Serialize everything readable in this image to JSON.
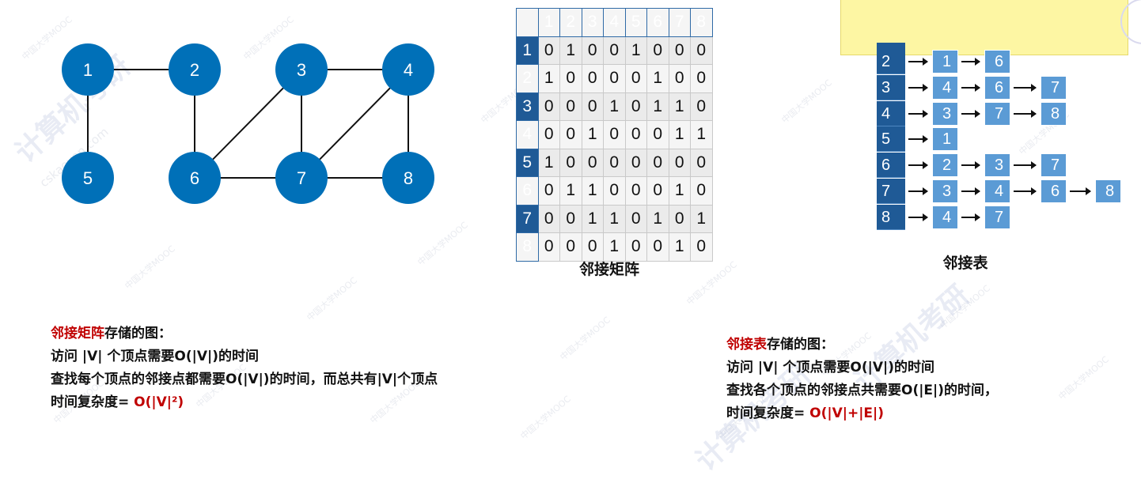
{
  "graph": {
    "nodes": [
      {
        "id": "1",
        "label": "1"
      },
      {
        "id": "2",
        "label": "2"
      },
      {
        "id": "3",
        "label": "3"
      },
      {
        "id": "4",
        "label": "4"
      },
      {
        "id": "5",
        "label": "5"
      },
      {
        "id": "6",
        "label": "6"
      },
      {
        "id": "7",
        "label": "7"
      },
      {
        "id": "8",
        "label": "8"
      }
    ],
    "edges": [
      [
        "1",
        "2"
      ],
      [
        "1",
        "5"
      ],
      [
        "2",
        "6"
      ],
      [
        "3",
        "4"
      ],
      [
        "3",
        "6"
      ],
      [
        "3",
        "7"
      ],
      [
        "4",
        "7"
      ],
      [
        "4",
        "8"
      ],
      [
        "6",
        "7"
      ],
      [
        "7",
        "8"
      ]
    ],
    "node_color": "#0070b8"
  },
  "matrix": {
    "col_headers": [
      "1",
      "2",
      "3",
      "4",
      "5",
      "6",
      "7",
      "8"
    ],
    "row_headers": [
      "1",
      "2",
      "3",
      "4",
      "5",
      "6",
      "7",
      "8"
    ],
    "rows": [
      [
        "0",
        "1",
        "0",
        "0",
        "1",
        "0",
        "0",
        "0"
      ],
      [
        "1",
        "0",
        "0",
        "0",
        "0",
        "1",
        "0",
        "0"
      ],
      [
        "0",
        "0",
        "0",
        "1",
        "0",
        "1",
        "1",
        "0"
      ],
      [
        "0",
        "0",
        "1",
        "0",
        "0",
        "0",
        "1",
        "1"
      ],
      [
        "1",
        "0",
        "0",
        "0",
        "0",
        "0",
        "0",
        "0"
      ],
      [
        "0",
        "1",
        "1",
        "0",
        "0",
        "0",
        "1",
        "0"
      ],
      [
        "0",
        "0",
        "1",
        "1",
        "0",
        "1",
        "0",
        "1"
      ],
      [
        "0",
        "0",
        "0",
        "1",
        "0",
        "0",
        "1",
        "0"
      ]
    ],
    "caption": "邻接矩阵",
    "header_color": "#1f5a96"
  },
  "adj_list": {
    "rows": [
      {
        "head": "2",
        "items": [
          "1",
          "6"
        ]
      },
      {
        "head": "3",
        "items": [
          "4",
          "6",
          "7"
        ]
      },
      {
        "head": "4",
        "items": [
          "3",
          "7",
          "8"
        ]
      },
      {
        "head": "5",
        "items": [
          "1"
        ]
      },
      {
        "head": "6",
        "items": [
          "2",
          "3",
          "7"
        ]
      },
      {
        "head": "7",
        "items": [
          "3",
          "4",
          "6",
          "8"
        ]
      },
      {
        "head": "8",
        "items": [
          "4",
          "7"
        ]
      }
    ],
    "caption": "邻接表",
    "head_color": "#1f5a96",
    "node_color": "#5b9bd5"
  },
  "text_left": {
    "title_red": "邻接矩阵",
    "title_rest": "存储的图：",
    "line2": "访问 |V| 个顶点需要O(|V|)的时间",
    "line3": "查找每个顶点的邻接点都需要O(|V|)的时间，而总共有|V|个顶点",
    "line4_prefix": "时间复杂度= ",
    "line4_value": "O(|V|²)"
  },
  "text_right": {
    "title_red": "邻接表",
    "title_rest": "存储的图：",
    "line2": "访问 |V| 个顶点需要O(|V|)的时间",
    "line3": "查找各个顶点的邻接点共需要O(|E|)的时间，",
    "line4_prefix": "时间复杂度= ",
    "line4_value": "O(|V|+|E|)"
  },
  "watermarks": {
    "small": "中国大学MOOC",
    "big": "计算机考研",
    "site": "cskaoyan.com"
  }
}
